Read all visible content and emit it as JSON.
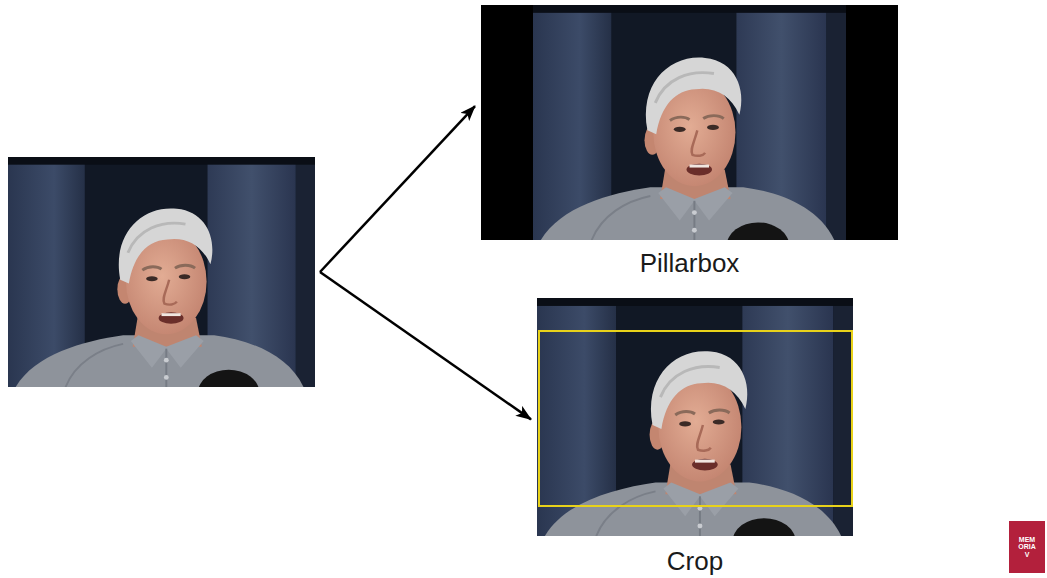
{
  "diagram": {
    "nodes": [
      {
        "text": []
      },
      {
        "text": [
          "Pillarbox"
        ]
      },
      {
        "text": [
          "Crop"
        ]
      }
    ],
    "edges": [
      {
        "from": 0,
        "to": 1,
        "arrow": "to"
      },
      {
        "from": 0,
        "to": 2,
        "arrow": "to"
      }
    ],
    "labels": [
      "MEMORIAV"
    ]
  }
}
